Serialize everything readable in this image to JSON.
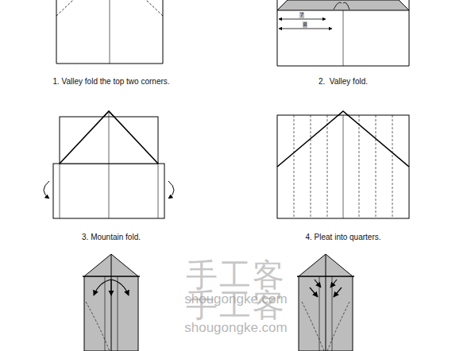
{
  "diagram": {
    "labels": [
      "1. Valley fold the top two corners.",
      "2.  Valley fold.",
      "7",
      "8",
      "3. Mountain fold.",
      "4. Pleat into quarters.",
      "手工客",
      "shougongke.com",
      "手工客",
      "shougongke.com"
    ]
  }
}
